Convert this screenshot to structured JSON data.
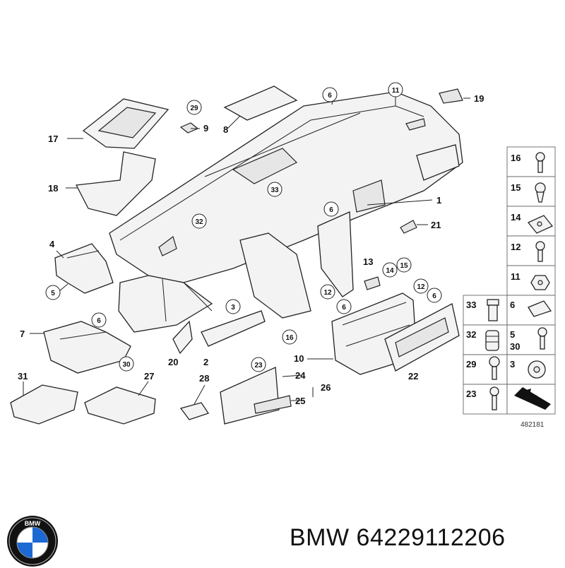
{
  "diagram": {
    "reference_number": "482181",
    "callouts": {
      "c1": "1",
      "c2": "2",
      "c3": "3",
      "c4": "4",
      "c5": "5",
      "c6a": "6",
      "c6b": "6",
      "c6c": "6",
      "c6d": "6",
      "c6e": "6",
      "c7": "7",
      "c8": "8",
      "c9": "9",
      "c10": "10",
      "c11": "11",
      "c12a": "12",
      "c12b": "12",
      "c13": "13",
      "c14": "14",
      "c15": "15",
      "c16": "16",
      "c17": "17",
      "c18": "18",
      "c19": "19",
      "c20": "20",
      "c21": "21",
      "c22": "22",
      "c23": "23",
      "c24": "24",
      "c25": "25",
      "c26": "26",
      "c27": "27",
      "c28": "28",
      "c29": "29",
      "c30": "30",
      "c31": "31",
      "c32": "32",
      "c33": "33"
    },
    "legend": {
      "r16": "16",
      "r15": "15",
      "r14": "14",
      "r12": "12",
      "r11": "11",
      "r33": "33",
      "r6": "6",
      "r32": "32",
      "r5": "5",
      "r30": "30",
      "r29": "29",
      "r3": "3",
      "r23": "23"
    }
  },
  "footer": {
    "brand_text": "BMW 64229112206",
    "logo_letters": "BMW"
  },
  "colors": {
    "logo_blue": "#1c69d4",
    "logo_ring": "#111111",
    "line": "#222222"
  }
}
